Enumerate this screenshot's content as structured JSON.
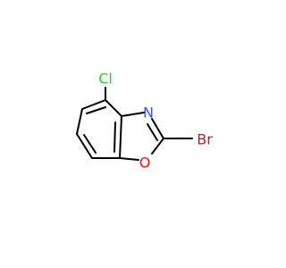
{
  "molecule": {
    "atoms": {
      "chlorine": {
        "symbol": "Cl",
        "color": "#33cc33"
      },
      "nitrogen": {
        "symbol": "N",
        "color": "#3050f8"
      },
      "oxygen": {
        "symbol": "O",
        "color": "#ff0d0d"
      },
      "bromine": {
        "symbol": "Br",
        "color": "#a62929"
      }
    }
  }
}
